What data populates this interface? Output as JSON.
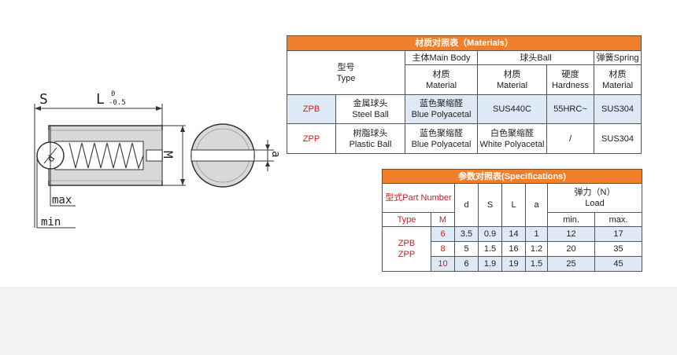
{
  "drawing": {
    "labels": {
      "s": "S",
      "l": "L",
      "l_tol_upper": "0",
      "l_tol_lower": "-0.5",
      "m": "M",
      "a": "a",
      "d": "d",
      "max": "max",
      "min": "min"
    }
  },
  "materials_table": {
    "title": "材质对照表（Materials）",
    "type_header": [
      "型号",
      "Type"
    ],
    "group_headers": {
      "main_body": "主体Main Body",
      "ball": "球头Ball",
      "spring": "弹簧Spring"
    },
    "sub_headers": {
      "main_material": [
        "材质",
        "Material"
      ],
      "ball_material": [
        "材质",
        "Material"
      ],
      "ball_hardness": [
        "硬度",
        "Hardness"
      ],
      "spring_material": [
        "材质",
        "Material"
      ]
    },
    "rows": [
      {
        "code": "ZPB",
        "desc": [
          "金属球头",
          "Steel Ball"
        ],
        "main_material": [
          "蓝色聚缩醛",
          "Blue Polyacetal"
        ],
        "ball_material": "SUS440C",
        "hardness": "55HRC~",
        "spring_material": "SUS304"
      },
      {
        "code": "ZPP",
        "desc": [
          "树脂球头",
          "Plastic Ball"
        ],
        "main_material": [
          "蓝色聚缩醛",
          "Blue Polyacetal"
        ],
        "ball_material": [
          "白色聚缩醛",
          "White Polyacetal"
        ],
        "hardness": "/",
        "spring_material": "SUS304"
      }
    ]
  },
  "spec_table": {
    "title": "参数对照表(Specifications)",
    "part_number_header": "型式Part Number",
    "type_header": "Type",
    "m_header": "M",
    "col_headers": [
      "d",
      "S",
      "L",
      "a"
    ],
    "load_header": [
      "弹力（N）",
      "Load"
    ],
    "load_sub": [
      "min.",
      "max."
    ],
    "type_codes": [
      "ZPB",
      "ZPP"
    ],
    "rows": [
      {
        "m": "6",
        "d": "3.5",
        "s": "0.9",
        "l": "14",
        "a": "1",
        "min": "12",
        "max": "17"
      },
      {
        "m": "8",
        "d": "5",
        "s": "1.5",
        "l": "16",
        "a": "1.2",
        "min": "20",
        "max": "35"
      },
      {
        "m": "10",
        "d": "6",
        "s": "1.9",
        "l": "19",
        "a": "1.5",
        "min": "25",
        "max": "45"
      }
    ]
  }
}
